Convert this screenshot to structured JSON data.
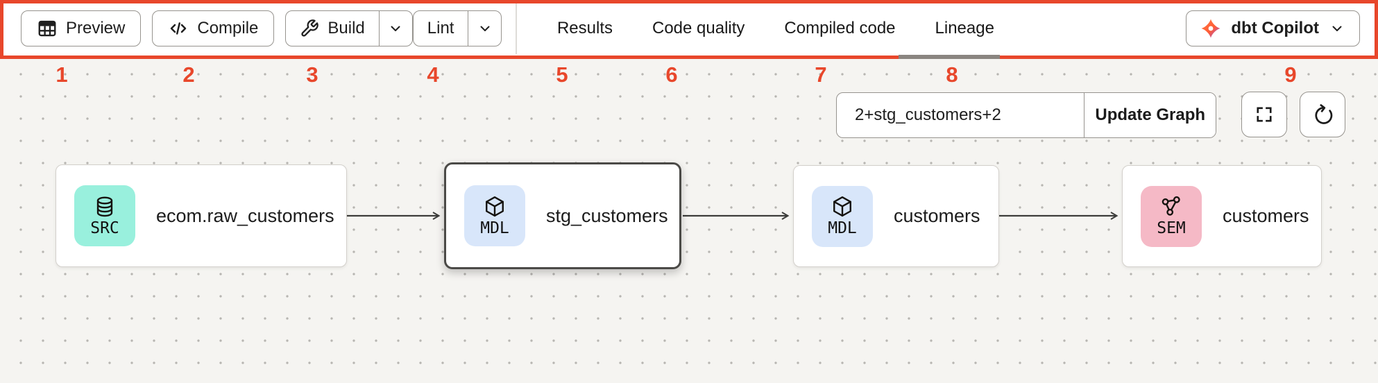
{
  "annotation": {
    "color": "#e8472b",
    "numbers": [
      "1",
      "2",
      "3",
      "4",
      "5",
      "6",
      "7",
      "8",
      "9"
    ]
  },
  "toolbar": {
    "preview": {
      "label": "Preview",
      "icon": "table-icon"
    },
    "compile": {
      "label": "Compile",
      "icon": "code-icon"
    },
    "build": {
      "label": "Build",
      "icon": "wrench-icon",
      "has_dropdown": true
    },
    "lint": {
      "label": "Lint",
      "has_dropdown": true
    },
    "tabs": [
      {
        "label": "Results",
        "active": false
      },
      {
        "label": "Code quality",
        "active": false
      },
      {
        "label": "Compiled code",
        "active": false
      },
      {
        "label": "Lineage",
        "active": true
      }
    ],
    "copilot": {
      "label": "dbt Copilot",
      "icon": "dbt-logo-icon",
      "has_dropdown": true
    },
    "active_tab_indicator_color": "#8a8580"
  },
  "lineage_panel": {
    "selector_input": {
      "value": "2+stg_customers+2"
    },
    "update_button": {
      "label": "Update Graph"
    },
    "controls": [
      {
        "name": "fullscreen",
        "icon": "fullscreen-icon"
      },
      {
        "name": "refresh",
        "icon": "refresh-icon"
      }
    ],
    "nodes": [
      {
        "badge": "SRC",
        "title": "ecom.raw_customers",
        "badge_color": "#99f0dd",
        "icon": "database-icon",
        "selected": false
      },
      {
        "badge": "MDL",
        "title": "stg_customers",
        "badge_color": "#d8e6fa",
        "icon": "cube-icon",
        "selected": true
      },
      {
        "badge": "MDL",
        "title": "customers",
        "badge_color": "#d8e6fa",
        "icon": "cube-icon",
        "selected": false
      },
      {
        "badge": "SEM",
        "title": "customers",
        "badge_color": "#f5b9c6",
        "icon": "semantic-model-icon",
        "selected": false
      }
    ],
    "edges": [
      "ecom.raw_customers -> stg_customers",
      "stg_customers -> customers",
      "customers -> customers"
    ],
    "colors": {
      "canvas_bg": "#f5f4f1",
      "node_border": "#d3d0cb",
      "selected_border": "#4b4a47",
      "edge": "#3d3d3b"
    }
  }
}
